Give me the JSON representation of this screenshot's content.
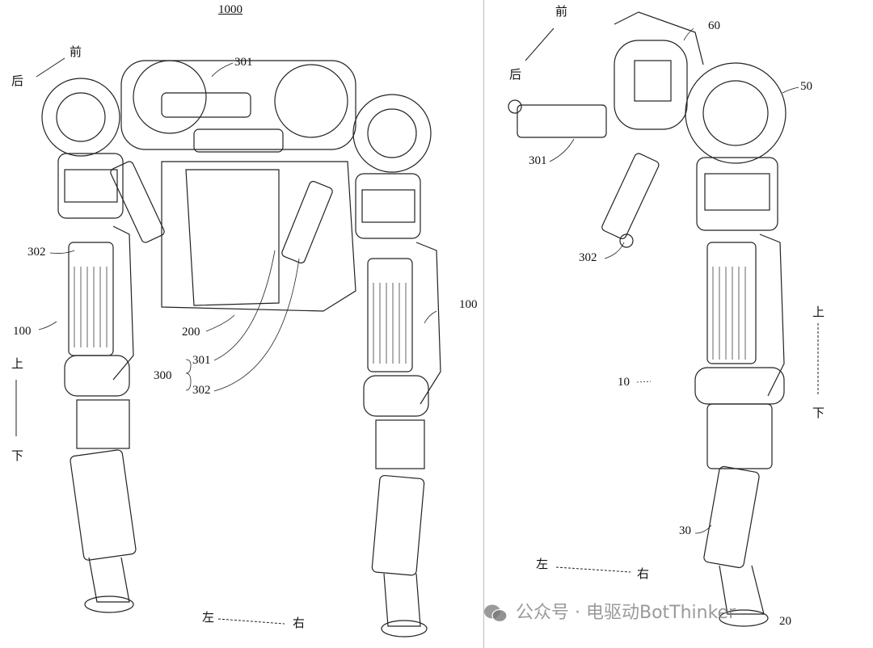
{
  "left_figure": {
    "title": "1000",
    "dir_front": "前",
    "dir_back": "后",
    "dir_up": "上",
    "dir_down": "下",
    "dir_left": "左",
    "dir_right": "右",
    "labels": {
      "l301_top": "301",
      "l302_left": "302",
      "l100_left": "100",
      "l100_right": "100",
      "l200": "200",
      "l300": "300",
      "l301_group": "301",
      "l302_group": "302"
    }
  },
  "right_figure": {
    "dir_front": "前",
    "dir_back": "后",
    "dir_up": "上",
    "dir_down": "下",
    "dir_left": "左",
    "dir_right": "右",
    "labels": {
      "l60": "60",
      "l50": "50",
      "l301": "301",
      "l302": "302",
      "l10": "10",
      "l30": "30",
      "l20": "20"
    }
  },
  "watermark": "公众号 · 电驱动BotThinker"
}
